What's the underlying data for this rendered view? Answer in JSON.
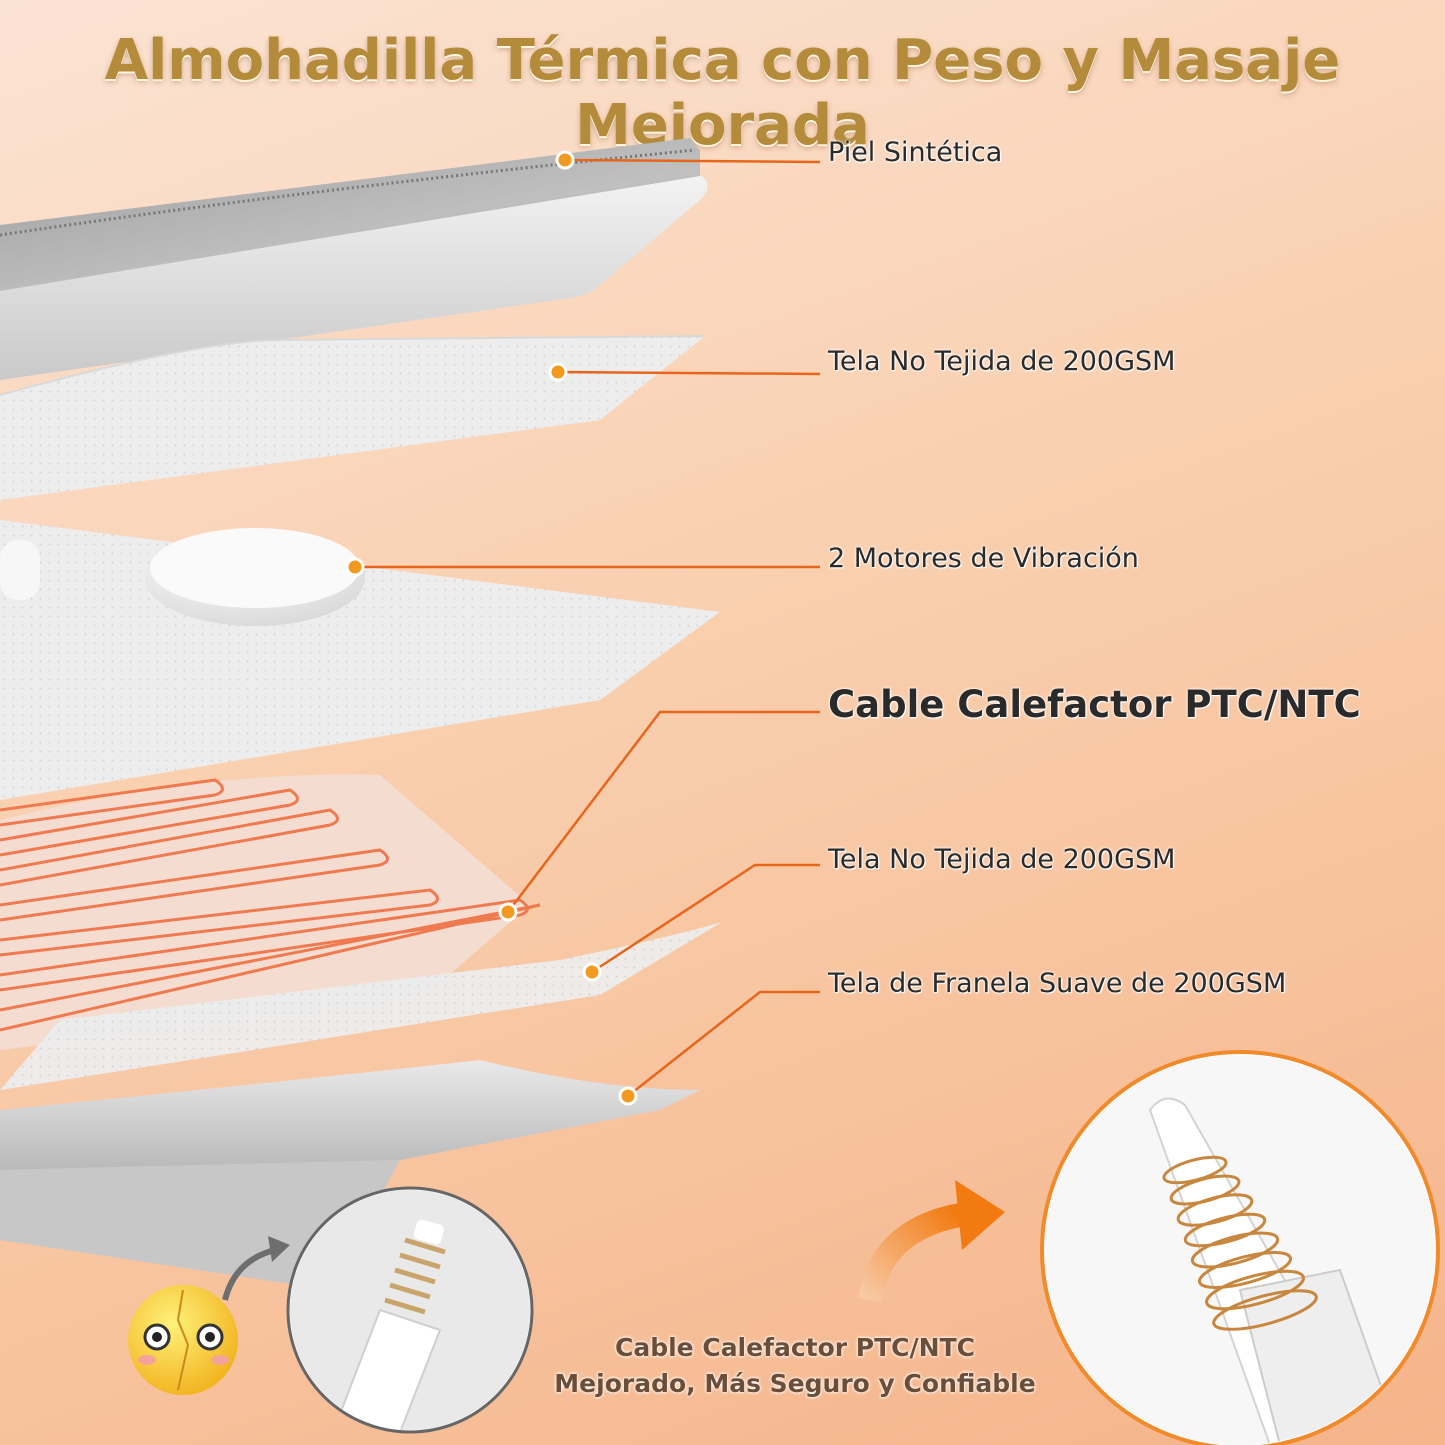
{
  "title": "Almohadilla Térmica con Peso y Masaje Mejorada",
  "layers": [
    {
      "label": "Piel Sintética"
    },
    {
      "label": "Tela No Tejida de 200GSM"
    },
    {
      "label": "2 Motores de Vibración"
    },
    {
      "label": "Cable Calefactor PTC/NTC"
    },
    {
      "label": "Tela No Tejida de 200GSM"
    },
    {
      "label": "Tela de Franela Suave de 200GSM"
    }
  ],
  "caption": {
    "line1": "Cable Calefactor PTC/NTC",
    "line2": "Mejorado, Más Seguro y Confiable"
  },
  "colors": {
    "title": "#b38b3a",
    "accent": "#e8661c",
    "marker": "#f19a1f",
    "heating_wire": "#f07a4f"
  },
  "icons": [
    "sad-emoji-icon",
    "curved-arrow-icon"
  ]
}
